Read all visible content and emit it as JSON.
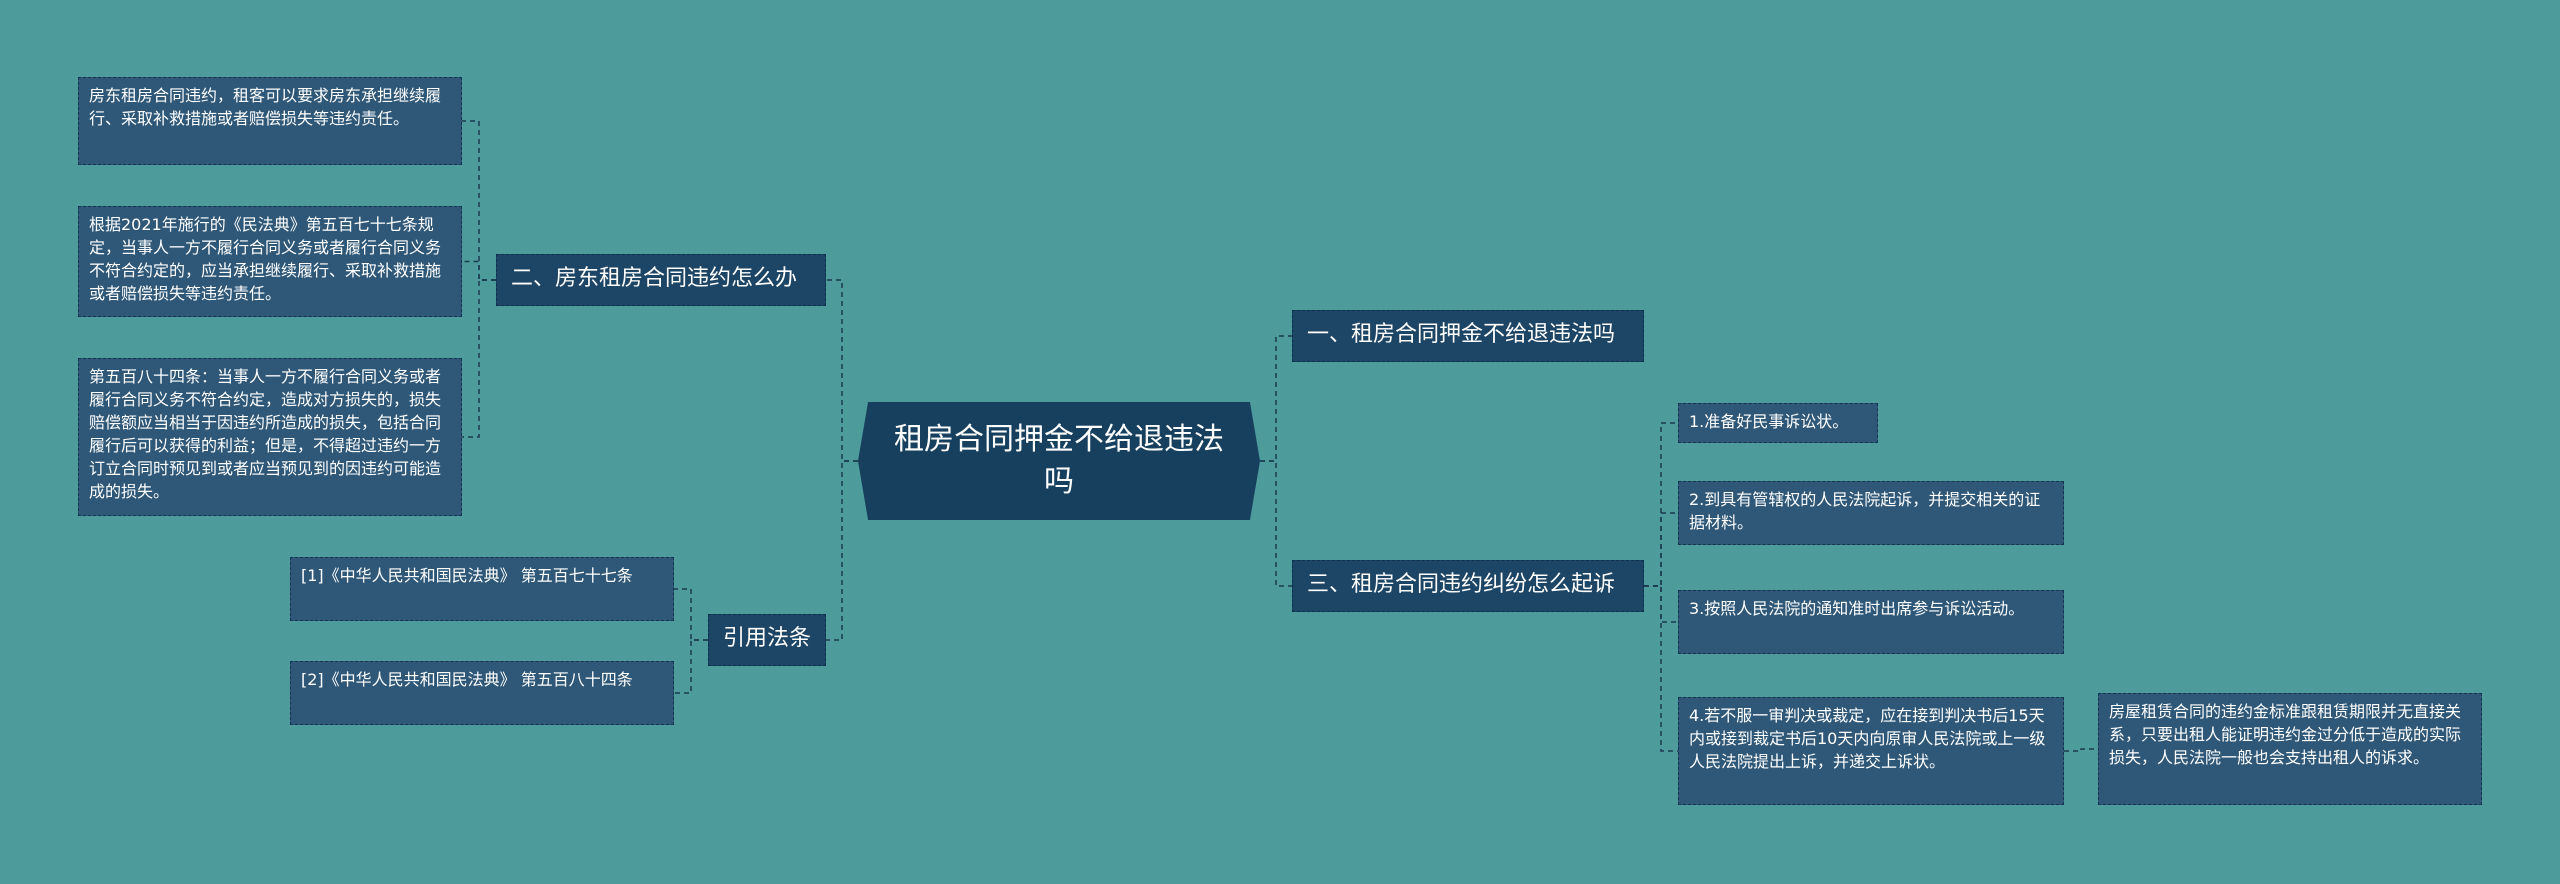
{
  "root": {
    "label": "租房合同押金不给退违法吗"
  },
  "left": {
    "branch2": {
      "label": "二、房东租房合同违约怎么办",
      "items": [
        "房东租房合同违约，租客可以要求房东承担继续履行、采取补救措施或者赔偿损失等违约责任。",
        "根据2021年施行的《民法典》第五百七十七条规定，当事人一方不履行合同义务或者履行合同义务不符合约定的，应当承担继续履行、采取补救措施或者赔偿损失等违约责任。",
        "第五百八十四条：当事人一方不履行合同义务或者履行合同义务不符合约定，造成对方损失的，损失赔偿额应当相当于因违约所造成的损失，包括合同履行后可以获得的利益；但是，不得超过违约一方订立合同时预见到或者应当预见到的因违约可能造成的损失。"
      ]
    },
    "refs": {
      "label": "引用法条",
      "items": [
        "[1]《中华人民共和国民法典》 第五百七十七条",
        "[2]《中华人民共和国民法典》 第五百八十四条"
      ]
    }
  },
  "right": {
    "branch1": {
      "label": "一、租房合同押金不给退违法吗"
    },
    "branch3": {
      "label": "三、租房合同违约纠纷怎么起诉",
      "items": [
        "1.准备好民事诉讼状。",
        "2.到具有管辖权的人民法院起诉，并提交相关的证据材料。",
        "3.按照人民法院的通知准时出席参与诉讼活动。",
        "4.若不服一审判决或裁定，应在接到判决书后15天内或接到裁定书后10天内向原审人民法院或上一级人民法院提出上诉，并递交上诉状。"
      ],
      "sub_note": "房屋租赁合同的违约金标准跟租赁期限并无直接关系，只要出租人能证明违约金过分低于造成的实际损失，人民法院一般也会支持出租人的诉求。"
    }
  },
  "colors": {
    "background": "#4d9b9b",
    "root_fill": "#17405f",
    "branch_fill": "#1d4565",
    "leaf_fill": "#2f5878",
    "connector": "#1b3a52"
  }
}
